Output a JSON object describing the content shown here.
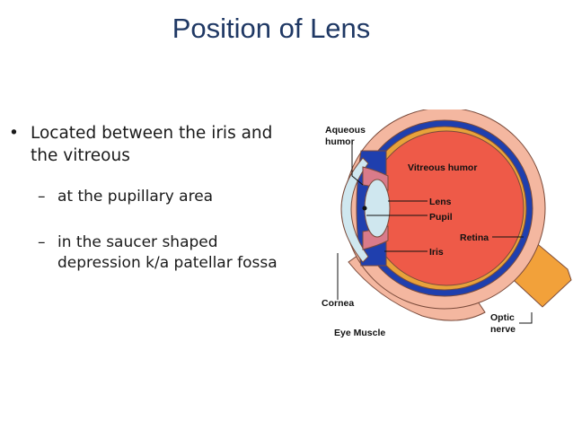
{
  "title": "Position of Lens",
  "bullets": {
    "main_mark": "•",
    "main_line1": "Located between the iris and",
    "main_line2": "the vitreous",
    "sub_mark": "–",
    "sub1": "at the pupillary area",
    "sub2_line1": "in the saucer shaped",
    "sub2_line2": "depression k/a patellar fossa"
  },
  "diagram": {
    "labels": {
      "aqueous_humor_line1": "Aqueous",
      "aqueous_humor_line2": "humor",
      "vitreous_humor": "Vitreous humor",
      "lens": "Lens",
      "pupil": "Pupil",
      "iris": "Iris",
      "retina": "Retina",
      "cornea": "Cornea",
      "eye_muscle": "Eye Muscle",
      "optic_nerve_line1": "Optic",
      "optic_nerve_line2": "nerve"
    },
    "colors": {
      "sclera": "#f4b7a0",
      "choroid": "#1f3fae",
      "retina": "#e8a23a",
      "vitreous": "#ee5a48",
      "lens": "#cfe7ef",
      "iris": "#d97b8a",
      "optic_nerve": "#f2a13a",
      "muscle": "#f4b7a0"
    }
  }
}
